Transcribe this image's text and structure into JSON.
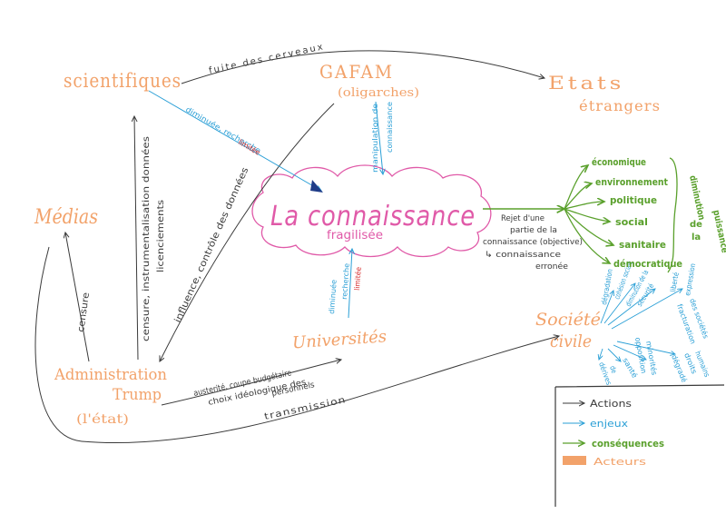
{
  "colors": {
    "actor": "#f2a26a",
    "action": "#3a3a3a",
    "enjeu": "#2a9fd6",
    "consequence": "#5aa02c",
    "center": "#e05aa8",
    "red": "#d62828"
  },
  "actors": {
    "scientifiques": "scientifiques",
    "gafam": "GAFAM",
    "gafam_sub": "(oligarches)",
    "etats_1": "Etats",
    "etats_2": "étrangers",
    "medias": "Médias",
    "administration_1": "Administration",
    "administration_2": "Trump",
    "administration_3": "(l'état)",
    "universites": "Universités",
    "societe_1": "Société",
    "societe_2": "civile"
  },
  "center": {
    "title": "La connaissance",
    "subtitle": "fragilisée"
  },
  "actions": {
    "fuite": "fuite des cerveaux",
    "censure_instr_1": "censure, instrumentalisation données",
    "censure_instr_2": "licenciements",
    "influence": "influence, contrôle des données",
    "censure": "censure",
    "austerite_1": "austerité, coupe budgétaire",
    "austerite_2": "choix idéologique des",
    "austerite_3": "personnels",
    "transmission": "transmission"
  },
  "enjeux": {
    "sci_1": "diminuée, recherche",
    "sci_2": "limitée",
    "gafam_1": "manipulation de",
    "gafam_2": "connaissance",
    "univ_1": "diminuée",
    "univ_2": "recherche",
    "univ_3": "limitée",
    "soc_1": "dégradation",
    "soc_2": "cohésion sociale",
    "soc_3": "diminution de la",
    "soc_4": "sécurité",
    "soc_5": "liberté",
    "soc_6": "expression",
    "soc_7": "fracturation",
    "soc_8": "des sociétés",
    "soc_9": "dérives",
    "soc_10": "de",
    "soc_11": "santé",
    "soc_12": "opposition",
    "soc_13": "minorités",
    "soc_14": "dégradé",
    "soc_15": "droits",
    "soc_16": "humains"
  },
  "consequences": {
    "rejet_1": "Rejet d'une",
    "rejet_2": "partie de la",
    "rejet_3": "connaissance (objective)",
    "rejet_4": "↳ connaissance",
    "rejet_5": "erronée",
    "items": [
      "économique",
      "environnement",
      "politique",
      "social",
      "sanitaire",
      "démocratique"
    ],
    "diminution_1": "diminution",
    "diminution_2": "de",
    "diminution_3": "la",
    "diminution_4": "puissance"
  },
  "legend": {
    "actions": "Actions",
    "enjeux": "enjeux",
    "consequences": "conséquences",
    "acteurs": "Acteurs"
  }
}
